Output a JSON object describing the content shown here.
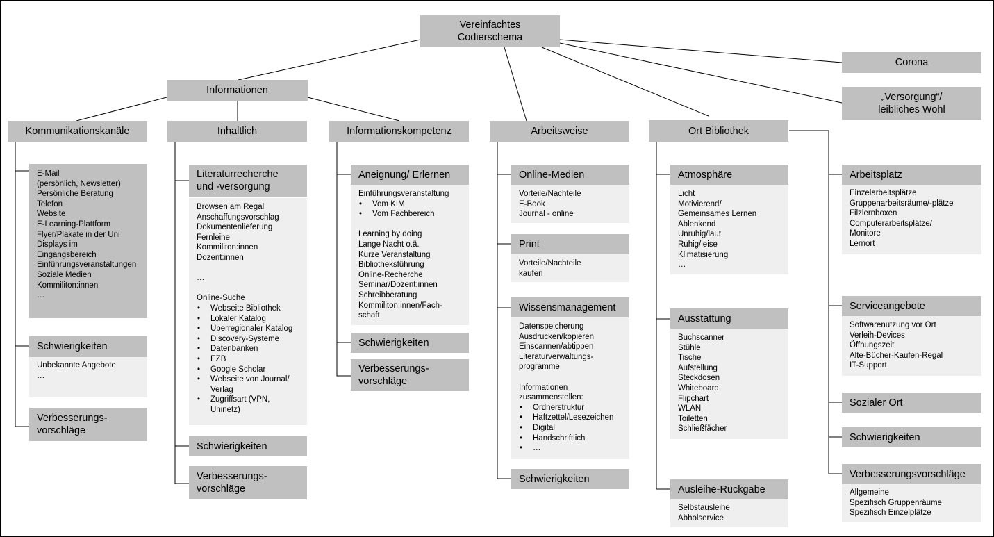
{
  "root": "Vereinfachtes\nCodierschema",
  "corona": "Corona",
  "versorgung": "„Versorgung“/\nleibliches Wohl",
  "informationen": "Informationen",
  "kommunikationskanaele": {
    "title": "Kommunikationskanäle",
    "items": [
      "E-Mail",
      "(persönlich, Newsletter)",
      "Persönliche Beratung",
      "Telefon",
      "Website",
      "E-Learning-Plattform",
      "Flyer/Plakate in der Uni",
      "Displays im",
      "Eingangsbereich",
      "Einführungsveranstaltungen",
      "Soziale Medien",
      "Kommiliton:innen",
      "…"
    ],
    "schwierigkeiten": "Schwierigkeiten",
    "schwierigkeiten_items": [
      "Unbekannte Angebote",
      "…"
    ],
    "verbesserung": "Verbesserungs-\nvorschläge"
  },
  "inhaltlich": {
    "title": "Inhaltlich",
    "sub_title": "Literaturrecherche\nund -versorgung",
    "items": [
      "Browsen am Regal",
      "Anschaffungsvorschlag",
      "Dokumentenlieferung",
      "Fernleihe",
      "Kommiliton:innen",
      "Dozent:innen",
      "",
      "…",
      "",
      "Online-Suche"
    ],
    "bullets": [
      "Webseite Bibliothek",
      "Lokaler Katalog",
      "Überregionaler Katalog",
      "Discovery-Systeme",
      "Datenbanken",
      "EZB",
      "Google Scholar",
      "Webseite von Journal/",
      "Verlag",
      "Zugriffsart (VPN,",
      "Uninetz)"
    ],
    "schwierigkeiten": "Schwierigkeiten",
    "verbesserung": "Verbesserungs-\nvorschläge"
  },
  "informationskompetenz": {
    "title": "Informationskompetenz",
    "sub_title": "Aneignung/ Erlernen",
    "intro": "Einführungsveranstaltung",
    "bullets": [
      "Vom KIM",
      "Vom Fachbereich"
    ],
    "items": [
      "",
      "Learning by doing",
      "Lange Nacht o.ä.",
      "Kurze Veranstaltung",
      "Bibliotheksführung",
      "Online-Recherche",
      "Seminar/Dozent:innen",
      "Schreibberatung",
      "Kommiliton:innen/Fach-",
      "schaft"
    ],
    "schwierigkeiten": "Schwierigkeiten",
    "verbesserung": "Verbesserungs-\nvorschläge"
  },
  "arbeitsweise": {
    "title": "Arbeitsweise",
    "online_title": "Online-Medien",
    "online_items": [
      "Vorteile/Nachteile",
      "E-Book",
      "Journal - online"
    ],
    "print_title": "Print",
    "print_items": [
      "Vorteile/Nachteile",
      "kaufen"
    ],
    "wissen_title": "Wissensmanagement",
    "wissen_items": [
      "Datenspeicherung",
      "Ausdrucken/kopieren",
      "Einscannen/abtippen",
      "Literaturverwaltungs-",
      "programme",
      "",
      "Informationen",
      "zusammenstellen:"
    ],
    "wissen_bullets": [
      "Ordnerstruktur",
      "Haftzettel/Lesezeichen",
      "Digital",
      "Handschriftlich",
      "…"
    ],
    "schwierigkeiten": "Schwierigkeiten"
  },
  "ort": {
    "title": "Ort Bibliothek",
    "atmo_title": "Atmosphäre",
    "atmo_items": [
      "Licht",
      "Motivierend/",
      "Gemeinsames Lernen",
      "Ablenkend",
      "Unruhig/laut",
      "Ruhig/leise",
      "Klimatisierung",
      "…"
    ],
    "aus_title": "Ausstattung",
    "aus_items": [
      "Buchscanner",
      "Stühle",
      "Tische",
      "Aufstellung",
      "Steckdosen",
      "Whiteboard",
      "Flipchart",
      "WLAN",
      "Toiletten",
      "Schließfächer"
    ],
    "ausleihe_title": "Ausleihe-Rückgabe",
    "ausleihe_items": [
      "Selbstausleihe",
      "Abholservice"
    ],
    "arbeitsplatz_title": "Arbeitsplatz",
    "arbeitsplatz_items": [
      "Einzelarbeitsplätze",
      "Gruppenarbeitsräume/-plätze",
      "Filzlernboxen",
      "Computerarbeitsplätze/",
      "Monitore",
      "Lernort"
    ],
    "service_title": "Serviceangebote",
    "service_items": [
      "Softwarenutzung vor Ort",
      "Verleih-Devices",
      "Öffnungszeit",
      "Alte-Bücher-Kaufen-Regal",
      "IT-Support"
    ],
    "sozial": "Sozialer Ort",
    "schwierigkeiten": "Schwierigkeiten",
    "verbesserung_title": "Verbesserungsvorschläge",
    "verbesserung_items": [
      "Allgemeine",
      "Spezifisch Gruppenräume",
      "Spezifisch Einzelplätze"
    ]
  },
  "colors": {
    "box": "#c0c0c0",
    "content": "#efefef",
    "line": "#000000"
  }
}
